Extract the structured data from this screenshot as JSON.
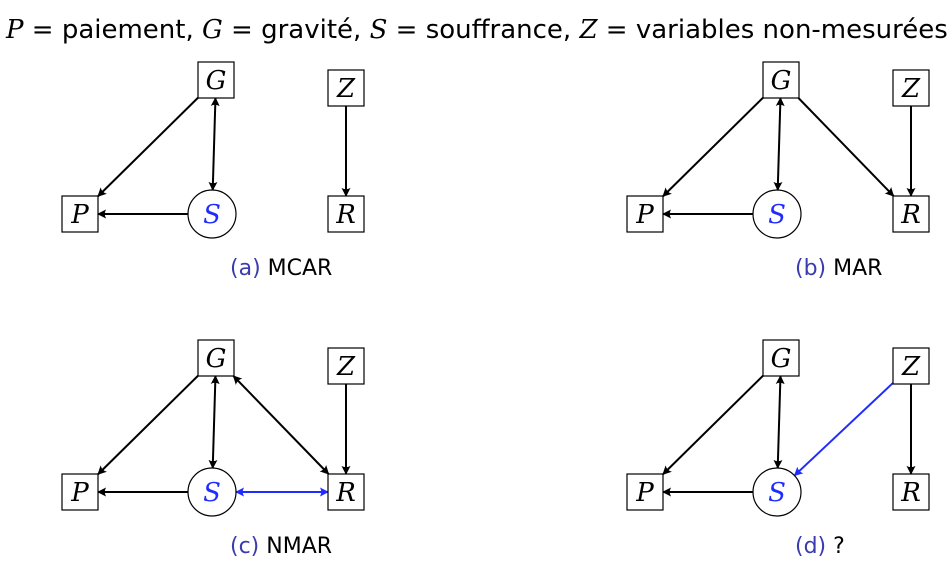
{
  "legend": {
    "segments": [
      {
        "kind": "var",
        "text": "P"
      },
      {
        "kind": "plain",
        "text": " = paiement, "
      },
      {
        "kind": "var",
        "text": "G"
      },
      {
        "kind": "plain",
        "text": " = gravité, "
      },
      {
        "kind": "var",
        "text": "S"
      },
      {
        "kind": "plain",
        "text": " = souffrance, "
      },
      {
        "kind": "var",
        "text": "Z"
      },
      {
        "kind": "plain",
        "text": " = variables non-mesurées"
      }
    ]
  },
  "colors": {
    "black": "#000000",
    "blue": "#1f2cff",
    "caption_tag": "#3b3bb0"
  },
  "panels": [
    {
      "id": "a",
      "caption_tag": "(a)",
      "caption_text": "MCAR",
      "nodes": {
        "G": "G",
        "Z": "Z",
        "P": "P",
        "S": "S",
        "R": "R"
      },
      "edges": [
        {
          "from": "G",
          "to": "P",
          "style": "single",
          "color": "black"
        },
        {
          "from": "G",
          "to": "S",
          "style": "double",
          "color": "black"
        },
        {
          "from": "S",
          "to": "P",
          "style": "single",
          "color": "black"
        },
        {
          "from": "Z",
          "to": "R",
          "style": "single",
          "color": "black"
        }
      ]
    },
    {
      "id": "b",
      "caption_tag": "(b)",
      "caption_text": "MAR",
      "nodes": {
        "G": "G",
        "Z": "Z",
        "P": "P",
        "S": "S",
        "R": "R"
      },
      "edges": [
        {
          "from": "G",
          "to": "P",
          "style": "single",
          "color": "black"
        },
        {
          "from": "G",
          "to": "S",
          "style": "double",
          "color": "black"
        },
        {
          "from": "S",
          "to": "P",
          "style": "single",
          "color": "black"
        },
        {
          "from": "G",
          "to": "R",
          "style": "single",
          "color": "black"
        },
        {
          "from": "Z",
          "to": "R",
          "style": "single",
          "color": "black"
        }
      ]
    },
    {
      "id": "c",
      "caption_tag": "(c)",
      "caption_text": "NMAR",
      "nodes": {
        "G": "G",
        "Z": "Z",
        "P": "P",
        "S": "S",
        "R": "R"
      },
      "edges": [
        {
          "from": "G",
          "to": "P",
          "style": "single",
          "color": "black"
        },
        {
          "from": "G",
          "to": "S",
          "style": "double",
          "color": "black"
        },
        {
          "from": "S",
          "to": "P",
          "style": "single",
          "color": "black"
        },
        {
          "from": "G",
          "to": "R",
          "style": "double",
          "color": "black"
        },
        {
          "from": "Z",
          "to": "R",
          "style": "single",
          "color": "black"
        },
        {
          "from": "S",
          "to": "R",
          "style": "double",
          "color": "blue"
        }
      ]
    },
    {
      "id": "d",
      "caption_tag": "(d)",
      "caption_text": "?",
      "nodes": {
        "G": "G",
        "Z": "Z",
        "P": "P",
        "S": "S",
        "R": "R"
      },
      "edges": [
        {
          "from": "G",
          "to": "P",
          "style": "single",
          "color": "black"
        },
        {
          "from": "G",
          "to": "S",
          "style": "double",
          "color": "black"
        },
        {
          "from": "S",
          "to": "P",
          "style": "single",
          "color": "black"
        },
        {
          "from": "Z",
          "to": "S",
          "style": "single",
          "color": "blue"
        },
        {
          "from": "Z",
          "to": "R",
          "style": "single",
          "color": "black"
        }
      ]
    }
  ]
}
